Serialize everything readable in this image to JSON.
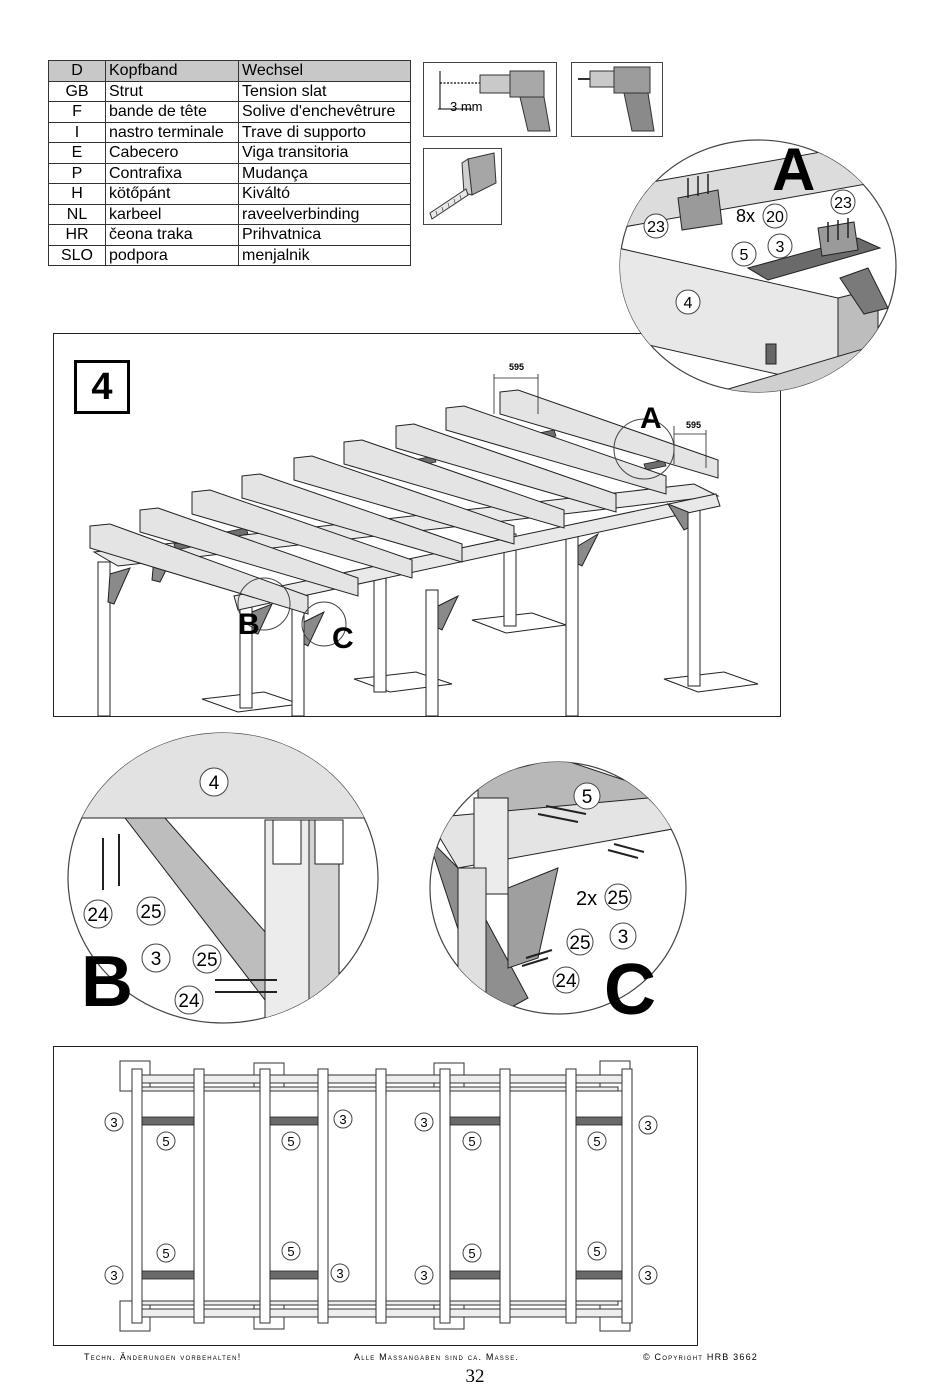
{
  "parts_table": {
    "rows": [
      {
        "lang": "D",
        "term1": "Kopfband",
        "term2": "Wechsel"
      },
      {
        "lang": "GB",
        "term1": "Strut",
        "term2": "Tension slat"
      },
      {
        "lang": "F",
        "term1": "bande de tête",
        "term2": "Solive d'enchevêtrure"
      },
      {
        "lang": "I",
        "term1": "nastro terminale",
        "term2": "Trave di supporto"
      },
      {
        "lang": "E",
        "term1": "Cabecero",
        "term2": "Viga transitoria"
      },
      {
        "lang": "P",
        "term1": "Contrafixa",
        "term2": "Mudança"
      },
      {
        "lang": "H",
        "term1": "kötőpánt",
        "term2": "Kiváltó"
      },
      {
        "lang": "NL",
        "term1": "karbeel",
        "term2": "raveelverbinding"
      },
      {
        "lang": "HR",
        "term1": "čeona traka",
        "term2": "Prihvatnica"
      },
      {
        "lang": "SLO",
        "term1": "podpora",
        "term2": "menjalnik"
      }
    ]
  },
  "tools": {
    "drill_bit_label": "3 mm",
    "icons": [
      "drill-with-bit-icon",
      "drill-icon",
      "tape-measure-icon"
    ]
  },
  "step": {
    "number": "4",
    "dimension_1": "595",
    "dimension_2": "595",
    "callout_a": "A",
    "callout_b": "B",
    "callout_c": "C"
  },
  "detail_a": {
    "letter": "A",
    "part_23_left": "23",
    "part_23_right": "23",
    "multiplier": "8x",
    "part_20": "20",
    "part_5": "5",
    "part_3": "3",
    "part_4": "4"
  },
  "detail_b": {
    "letter": "B",
    "part_4": "4",
    "part_24_top": "24",
    "part_25_top": "25",
    "part_3": "3",
    "part_25_bottom": "25",
    "part_24_bottom": "24"
  },
  "detail_c": {
    "letter": "C",
    "part_5": "5",
    "multiplier": "2x",
    "part_25_top": "25",
    "part_25_mid": "25",
    "part_3": "3",
    "part_24": "24"
  },
  "plan_view": {
    "labels_3": [
      "3",
      "3",
      "3",
      "3",
      "3",
      "3",
      "3",
      "3"
    ],
    "labels_5": [
      "5",
      "5",
      "5",
      "5",
      "5",
      "5",
      "5",
      "5"
    ]
  },
  "footer": {
    "left": "Techn. Änderungen vorbehalten!",
    "middle": "Alle Massangaben sind ca. Masse.",
    "right": "© Copyright HRB 3662",
    "page_number": "32"
  },
  "colors": {
    "wood_light": "#e4e4e4",
    "wood_mid": "#bdbdbd",
    "wood_dark": "#7a7a7a",
    "outline": "#222222"
  }
}
